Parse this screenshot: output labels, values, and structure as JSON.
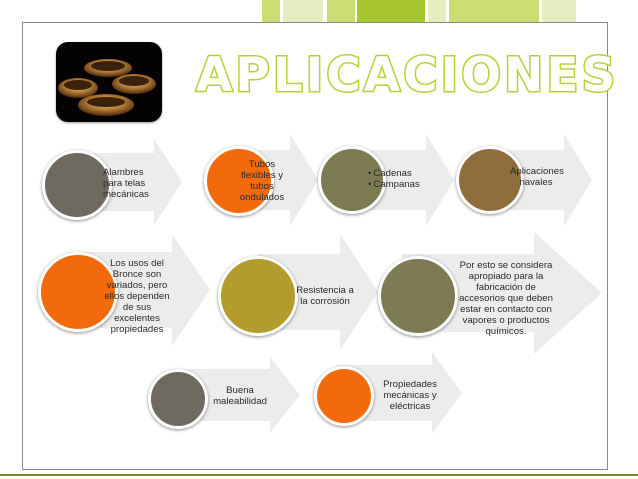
{
  "title": "APLICACIONES",
  "colors": {
    "accent": "#b5d139",
    "gray": "#6e6a60",
    "orange": "#f26a0b",
    "gold": "#b39b2e",
    "olive": "#7c7b53",
    "brown": "#8e6d3b"
  },
  "image": {
    "alt": "bronze-bowls-photo"
  },
  "row1": [
    {
      "label": "Alambres para telas mecánicas",
      "circle_color": "gray"
    },
    {
      "label": "Tubos flexibles y tubos ondulados",
      "circle_color": "orange"
    },
    {
      "bullets": [
        "Cadenas",
        "Campanas"
      ],
      "circle_color": "olive"
    },
    {
      "label": "Aplicaciones navales",
      "circle_color": "brown"
    }
  ],
  "row2": [
    {
      "label": "Los usos del Bronce son variados, pero ellos dependen de sus excelentes propiedades",
      "circle_color": "orange"
    },
    {
      "label": "Resistencia a la corrosión",
      "circle_color": "gold"
    },
    {
      "label": "Por esto se considera apropiado para la fabricación de accesorios que deben estar en contacto con vapores o productos químicos.",
      "circle_color": "olive"
    }
  ],
  "row3": [
    {
      "label": "Buena maleabilidad",
      "circle_color": "gray"
    },
    {
      "label": "Propiedades mecánicas y eléctricas",
      "circle_color": "orange"
    }
  ]
}
